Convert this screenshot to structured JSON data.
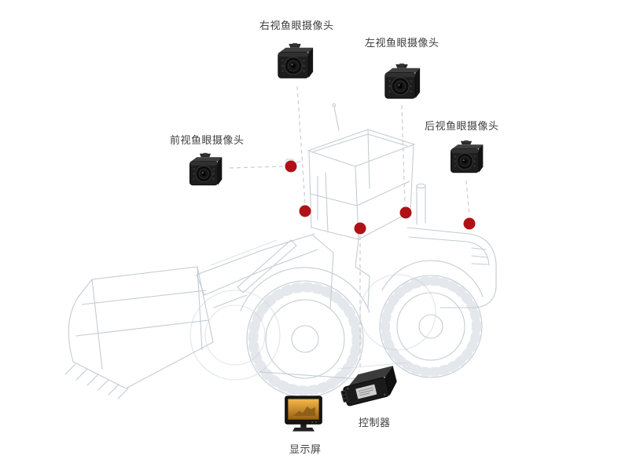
{
  "labels": {
    "right_camera": "右视鱼眼摄像头",
    "left_camera": "左视鱼眼摄像头",
    "front_camera": "前视鱼眼摄像头",
    "rear_camera": "后视鱼眼摄像头",
    "controller": "控制器",
    "display": "显示屏"
  },
  "icons": {
    "camera": "fisheye-camera-icon",
    "display": "monitor-icon",
    "controller": "controller-box-icon",
    "marker": "red-dot-position-marker"
  },
  "markers": [
    "front-camera-position",
    "right-camera-position",
    "controller-position",
    "left-camera-position",
    "rear-camera-position"
  ],
  "colors": {
    "marker": "#b01116",
    "connector": "#cccccc",
    "sketch": "#c4ccd4",
    "label_text": "#3f3f3f",
    "background": "#ffffff"
  }
}
